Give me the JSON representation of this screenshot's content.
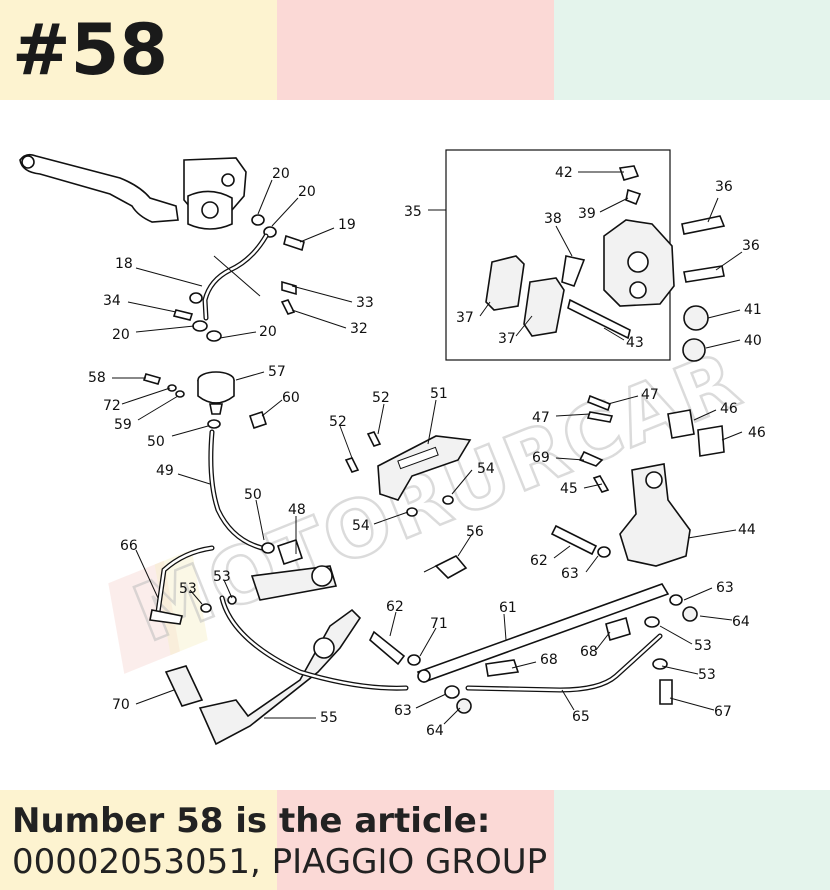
{
  "header": {
    "part_number": "#58"
  },
  "footer": {
    "title": "Number 58 is the article:",
    "article_code": "00002053051",
    "manufacturer": ", PIAGGIO GROUP"
  },
  "colors": {
    "band_yellow": "#fdf3d0",
    "band_pink": "#fbd9d6",
    "band_mint": "#e4f4ec",
    "ink": "#111111"
  },
  "watermark": {
    "text": "MOTORURCAR",
    "kind": "logo"
  },
  "callouts": {
    "c20a": "20",
    "c20b": "20",
    "c19": "19",
    "c18": "18",
    "c34": "34",
    "c20c": "20",
    "c20d": "20",
    "c33": "33",
    "c32": "32",
    "c35": "35",
    "c42": "42",
    "c39": "39",
    "c38": "38",
    "c36a": "36",
    "c36b": "36",
    "c41": "41",
    "c40": "40",
    "c37a": "37",
    "c37b": "37",
    "c43": "43",
    "c58": "58",
    "c57": "57",
    "c72": "72",
    "c59": "59",
    "c60": "60",
    "c50a": "50",
    "c52a": "52",
    "c51": "51",
    "c52b": "52",
    "c47a": "47",
    "c47b": "47",
    "c46a": "46",
    "c46b": "46",
    "c49": "49",
    "c69": "69",
    "c54a": "54",
    "c45": "45",
    "c50b": "50",
    "c48": "48",
    "c54b": "54",
    "c44": "44",
    "c56": "56",
    "c66": "66",
    "c62a": "62",
    "c63a": "63",
    "c53a": "53",
    "c53b": "53",
    "c63b": "63",
    "c64a": "64",
    "c62b": "62",
    "c61": "61",
    "c71": "71",
    "c53c": "53",
    "c68a": "68",
    "c68b": "68",
    "c53d": "53",
    "c70": "70",
    "c55": "55",
    "c63c": "63",
    "c65": "65",
    "c64b": "64",
    "c67": "67"
  }
}
